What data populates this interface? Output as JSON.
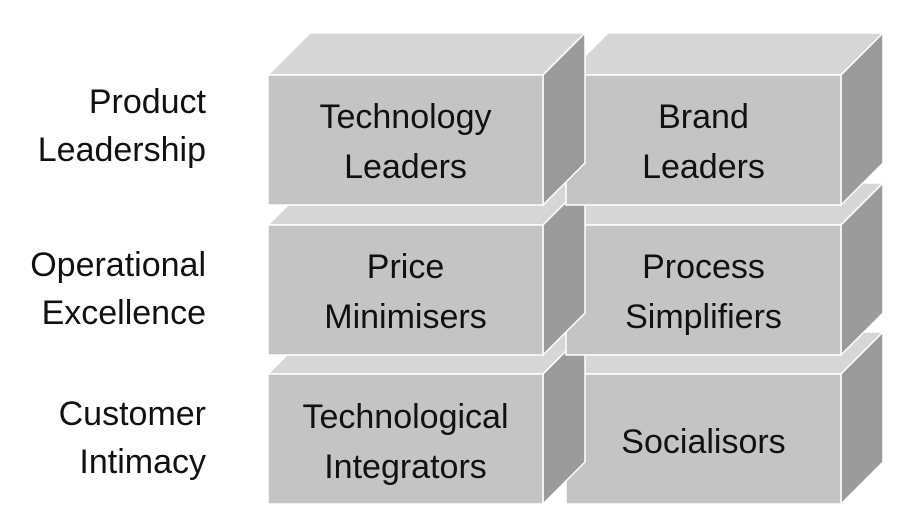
{
  "rows": [
    {
      "label_line1": "Product",
      "label_line2": "Leadership"
    },
    {
      "label_line1": "Operational",
      "label_line2": "Excellence"
    },
    {
      "label_line1": "Customer",
      "label_line2": "Intimacy"
    }
  ],
  "cells": [
    {
      "line1": "Technology",
      "line2": "Leaders"
    },
    {
      "line1": "Brand",
      "line2": "Leaders"
    },
    {
      "line1": "Price",
      "line2": "Minimisers"
    },
    {
      "line1": "Process",
      "line2": "Simplifiers"
    },
    {
      "line1": "Technological",
      "line2": "Integrators"
    },
    {
      "line1": "Socialisors",
      "line2": ""
    }
  ],
  "colors": {
    "front": "#c4c4c4",
    "top": "#d6d6d6",
    "side": "#9b9b9b",
    "text": "#111111"
  }
}
